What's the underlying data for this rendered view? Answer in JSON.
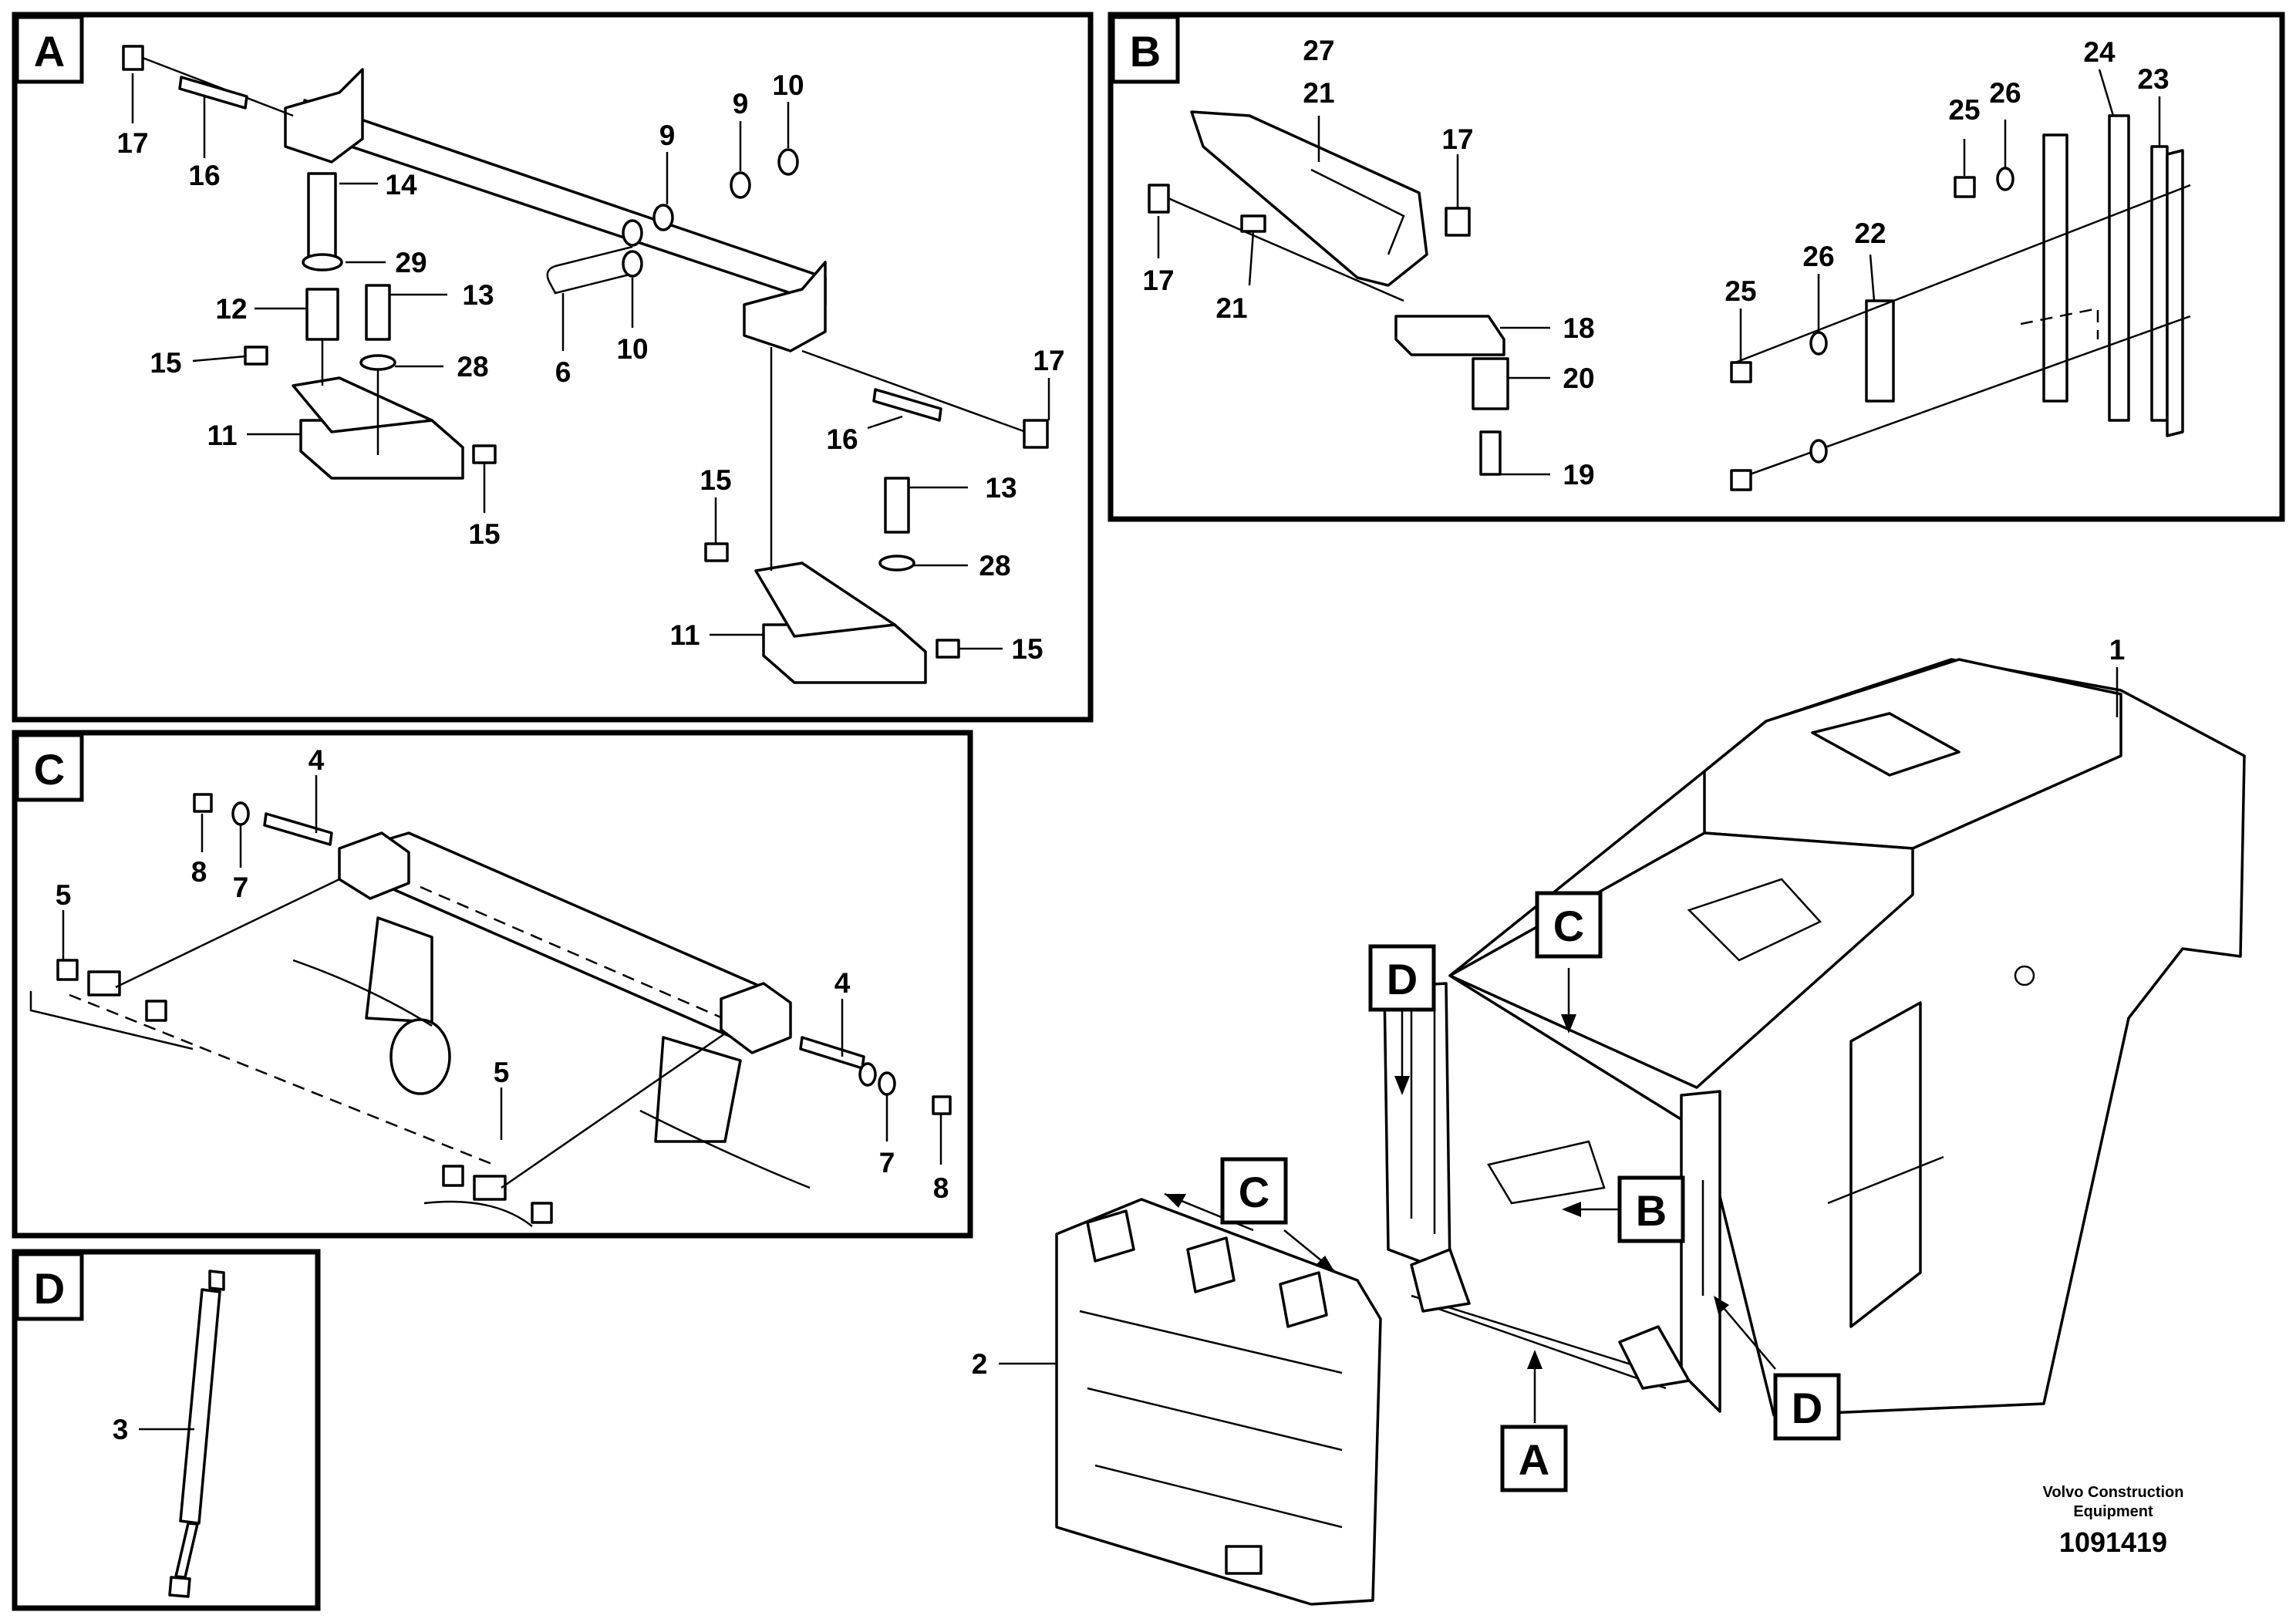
{
  "panels": {
    "A": {
      "tag": "A",
      "callouts": {
        "c17a": "17",
        "c16a": "16",
        "c14": "14",
        "c29": "29",
        "c12": "12",
        "c13a": "13",
        "c15a": "15",
        "c28a": "28",
        "c11a": "11",
        "c15b": "15",
        "c9a": "9",
        "c9b": "9",
        "c10a": "10",
        "c10b": "10",
        "c6": "6",
        "c17b": "17",
        "c16b": "16",
        "c15c": "15",
        "c13b": "13",
        "c28b": "28",
        "c11b": "11",
        "c15d": "15"
      }
    },
    "B": {
      "tag": "B",
      "callouts": {
        "c27": "27",
        "c21a": "21",
        "c17a": "17",
        "c17b": "17",
        "c21b": "21",
        "c18": "18",
        "c20": "20",
        "c19": "19",
        "c25a": "25",
        "c26a": "26",
        "c24": "24",
        "c23": "23",
        "c26b": "26",
        "c22": "22",
        "c25b": "25"
      }
    },
    "C": {
      "tag": "C",
      "callouts": {
        "c4a": "4",
        "c8a": "8",
        "c7a": "7",
        "c5a": "5",
        "c4b": "4",
        "c5b": "5",
        "c7b": "7",
        "c8b": "8"
      }
    },
    "D": {
      "tag": "D",
      "callouts": {
        "c3": "3"
      }
    }
  },
  "overview": {
    "callouts": {
      "c1": "1",
      "c2": "2"
    },
    "refs": {
      "C1": "C",
      "C2": "C",
      "D1": "D",
      "D2": "D",
      "B": "B",
      "A": "A"
    }
  },
  "footer": {
    "company": "Volvo Construction",
    "company2": "Equipment",
    "drawing_number": "1091419"
  }
}
